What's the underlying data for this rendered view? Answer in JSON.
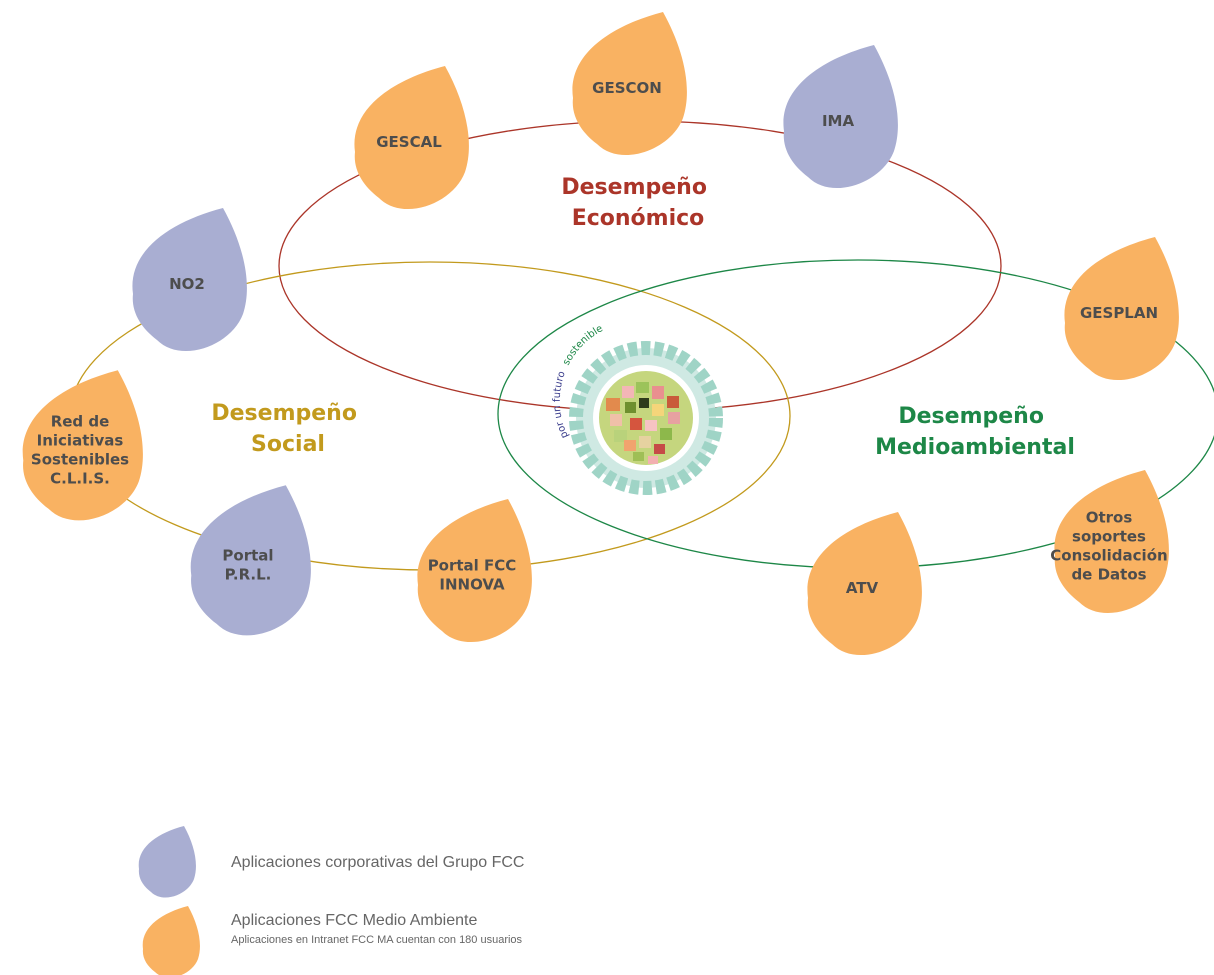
{
  "colors": {
    "corporate": "#a9aed2",
    "fccma": "#f9b262",
    "economico": "#ab3529",
    "social": "#c29a1d",
    "medioambiental": "#1d8747",
    "label": "#4d4d4d",
    "legend_text": "#666666"
  },
  "groups": {
    "economico": [
      "Desempeño",
      "Económico"
    ],
    "social": [
      "Desempeño",
      "Social"
    ],
    "medioambiental": [
      "Desempeño",
      "Medioambiental"
    ]
  },
  "logo": {
    "arc_part1": "por un futuro",
    "arc_part2": "sostenible"
  },
  "drops": [
    {
      "id": "gescon",
      "kind": "fccma",
      "lines": [
        "GESCON"
      ]
    },
    {
      "id": "gescal",
      "kind": "fccma",
      "lines": [
        "GESCAL"
      ]
    },
    {
      "id": "ima",
      "kind": "corporate",
      "lines": [
        "IMA"
      ]
    },
    {
      "id": "no2",
      "kind": "corporate",
      "lines": [
        "NO2"
      ]
    },
    {
      "id": "gesplan",
      "kind": "fccma",
      "lines": [
        "GESPLAN"
      ]
    },
    {
      "id": "red",
      "kind": "fccma",
      "lines": [
        "Red de",
        "Iniciativas",
        "Sostenibles",
        "C.L.I.S."
      ]
    },
    {
      "id": "portal-prl",
      "kind": "corporate",
      "lines": [
        "Portal",
        "P.R.L."
      ]
    },
    {
      "id": "portal-innova",
      "kind": "fccma",
      "lines": [
        "Portal FCC",
        "INNOVA"
      ]
    },
    {
      "id": "atv",
      "kind": "fccma",
      "lines": [
        "ATV"
      ]
    },
    {
      "id": "otros",
      "kind": "fccma",
      "lines": [
        "Otros",
        "soportes",
        "Consolidación",
        "de Datos"
      ]
    }
  ],
  "legend": {
    "corporate": "Aplicaciones corporativas del Grupo FCC",
    "fccma_title": "Aplicaciones FCC Medio Ambiente",
    "fccma_note": "Aplicaciones en Intranet FCC MA cuentan con 180 usuarios"
  }
}
